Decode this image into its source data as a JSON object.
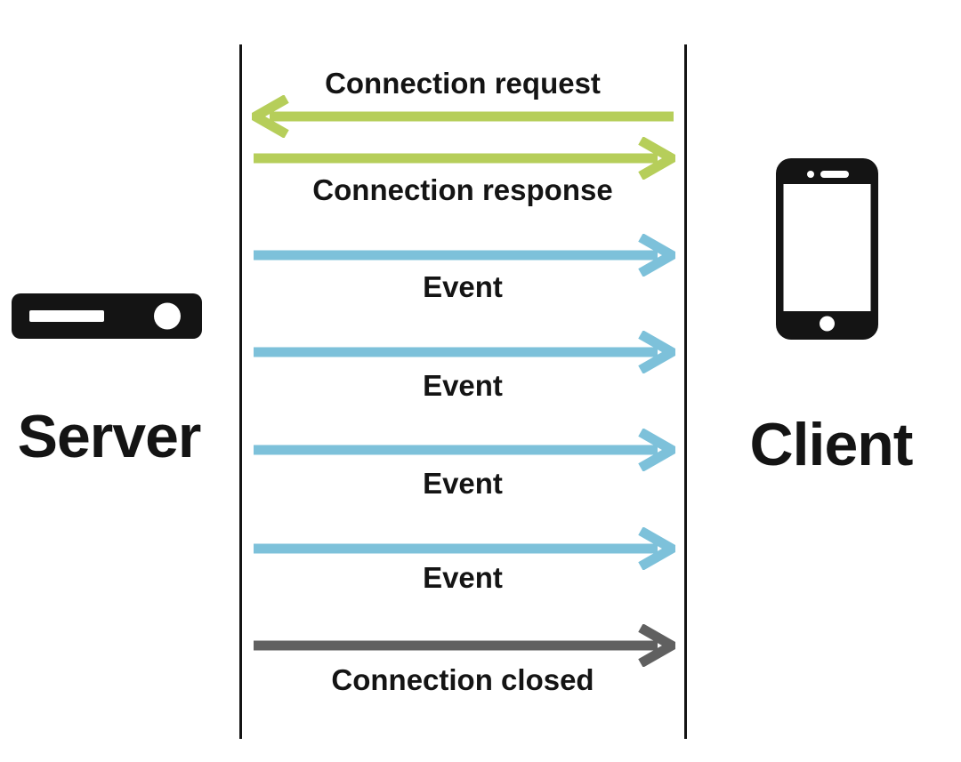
{
  "diagram": {
    "title": "Server-client event stream sequence",
    "left_actor": {
      "label": "Server",
      "icon": "server-icon"
    },
    "right_actor": {
      "label": "Client",
      "icon": "smartphone-icon"
    },
    "messages": [
      {
        "label": "Connection request",
        "direction": "left",
        "color": "#b6ce5a",
        "label_position": "above"
      },
      {
        "label": "Connection response",
        "direction": "right",
        "color": "#b6ce5a",
        "label_position": "below"
      },
      {
        "label": "Event",
        "direction": "right",
        "color": "#7dc1da",
        "label_position": "below"
      },
      {
        "label": "Event",
        "direction": "right",
        "color": "#7dc1da",
        "label_position": "below"
      },
      {
        "label": "Event",
        "direction": "right",
        "color": "#7dc1da",
        "label_position": "below"
      },
      {
        "label": "Event",
        "direction": "right",
        "color": "#7dc1da",
        "label_position": "below"
      },
      {
        "label": "Connection closed",
        "direction": "right",
        "color": "#606060",
        "label_position": "below"
      }
    ],
    "colors": {
      "background": "#ffffff",
      "lifeline": "#141414",
      "text": "#141414",
      "connection_arrow": "#b6ce5a",
      "event_arrow": "#7dc1da",
      "closed_arrow": "#606060",
      "icon_fill": "#141414"
    }
  }
}
